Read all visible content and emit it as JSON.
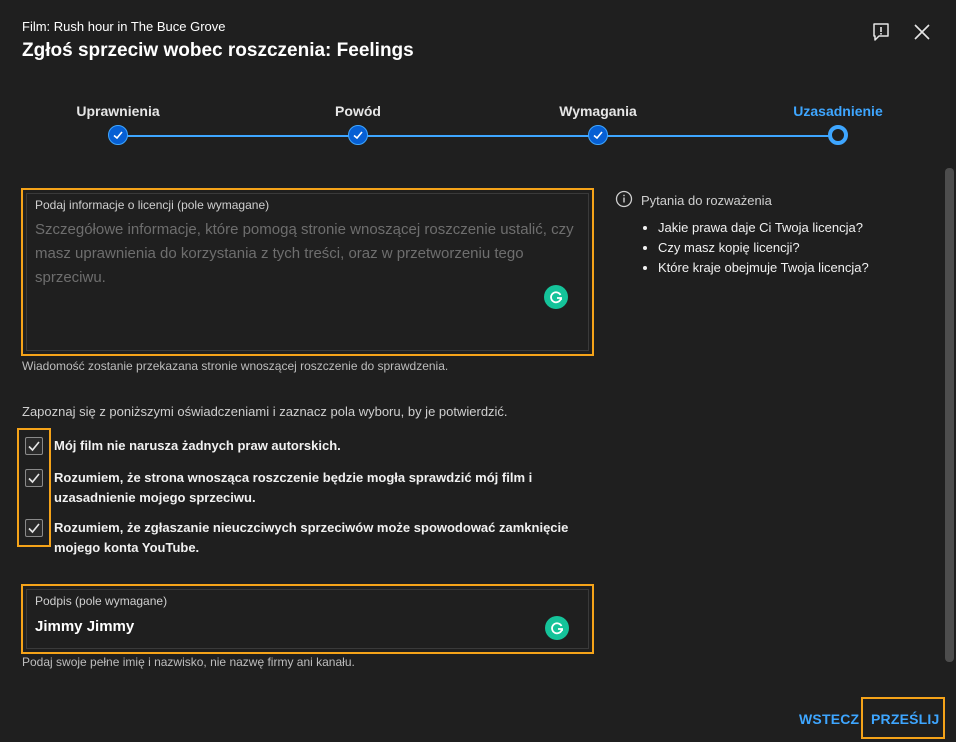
{
  "header": {
    "subtitle": "Film: Rush hour in The Buce Grove",
    "title": "Zgłoś sprzeciw wobec roszczenia: Feelings"
  },
  "stepper": {
    "steps": [
      {
        "label": "Uprawnienia",
        "state": "done"
      },
      {
        "label": "Powód",
        "state": "done"
      },
      {
        "label": "Wymagania",
        "state": "done"
      },
      {
        "label": "Uzasadnienie",
        "state": "current"
      }
    ]
  },
  "license_field": {
    "label": "Podaj informacje o licencji (pole wymagane)",
    "placeholder": "Szczegółowe informacje, które pomogą stronie wnoszącej roszczenie ustalić, czy masz uprawnienia do korzystania z tych treści, oraz w przetworzeniu tego sprzeciwu.",
    "value": "",
    "helper": "Wiadomość zostanie przekazana stronie wnoszącej roszczenie do sprawdzenia."
  },
  "declarations": {
    "instructions": "Zapoznaj się z poniższymi oświadczeniami i zaznacz pola wyboru, by je potwierdzić.",
    "items": [
      {
        "text": "Mój film nie narusza żadnych praw autorskich.",
        "checked": true
      },
      {
        "text": "Rozumiem, że strona wnosząca roszczenie będzie mogła sprawdzić mój film i uzasadnienie mojego sprzeciwu.",
        "checked": true
      },
      {
        "text": "Rozumiem, że zgłaszanie nieuczciwych sprzeciwów może spowodować zamknięcie mojego konta YouTube.",
        "checked": true
      }
    ]
  },
  "signature_field": {
    "label": "Podpis (pole wymagane)",
    "value": "Jimmy Jimmy",
    "helper": "Podaj swoje pełne imię i nazwisko, nie nazwę firmy ani kanału."
  },
  "info_panel": {
    "heading": "Pytania do rozważenia",
    "questions": [
      "Jakie prawa daje Ci Twoja licencja?",
      "Czy masz kopię licencji?",
      "Które kraje obejmuje Twoja licencja?"
    ]
  },
  "footer": {
    "back_label": "WSTECZ",
    "submit_label": "PRZEŚLIJ"
  },
  "colors": {
    "background": "#1f1f1f",
    "accent_blue": "#3ea6ff",
    "highlight_orange": "#f5a319",
    "grammarly_green": "#15c39a"
  },
  "icons": [
    "feedback-icon",
    "close-icon",
    "check-icon",
    "info-icon",
    "grammarly-icon"
  ]
}
